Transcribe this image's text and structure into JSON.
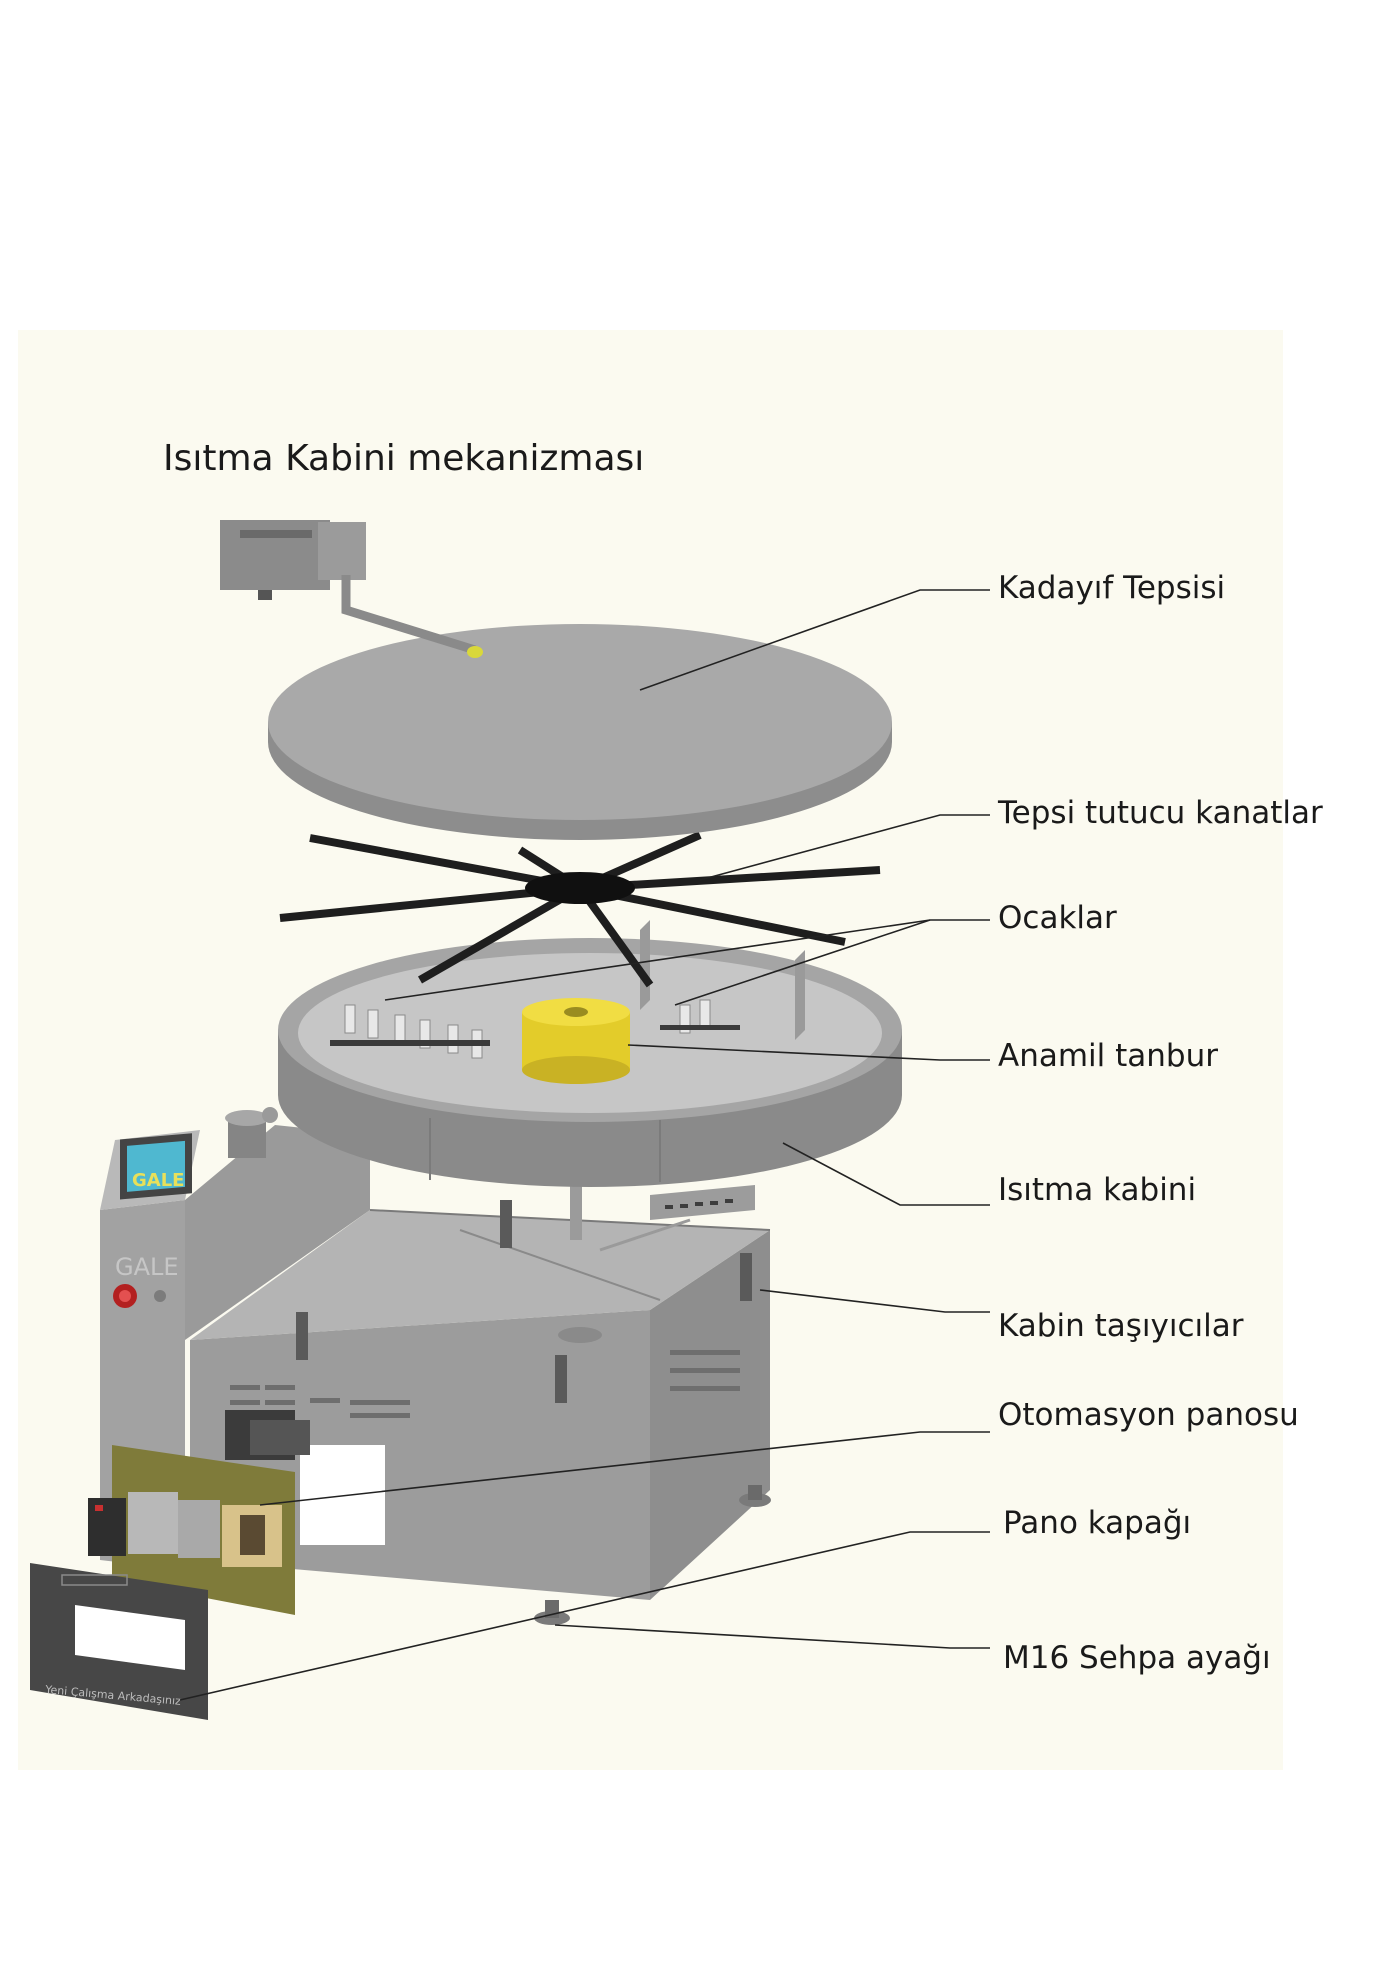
{
  "diagram": {
    "title": "Isıtma Kabini  mekanizması",
    "labels": [
      "Kadayıf Tepsisi",
      "Tepsi tutucu kanatlar",
      "Ocaklar",
      "Anamil tanbur",
      "Isıtma kabini",
      "Kabin taşıyıcılar",
      "Otomasyon panosu",
      "Pano kapağı",
      "M16 Sehpa ayağı"
    ],
    "machine": {
      "screen_text": "GALE",
      "brand_text": "GALE",
      "cover_text": "Yeni Çalışma Arkadaşınız"
    }
  }
}
